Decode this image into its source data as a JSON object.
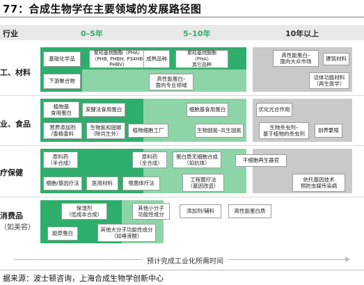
{
  "title": "77：合成生物学在主要领域的发展路径图",
  "header": {
    "industry": "行业",
    "period1": "0–5年",
    "period2": "5–10年",
    "period3": "10年以上"
  },
  "colors": {
    "accent_dark": "#2eae6c",
    "accent_light": "#8ed4a9",
    "gray": "#c9c9c9"
  },
  "rows": [
    {
      "label": "工、材料"
    },
    {
      "label": "业、食品"
    },
    {
      "label": "疗保健"
    },
    {
      "label": "消费品",
      "sub": "（如美容）"
    }
  ],
  "boxes": {
    "b1": "基础化学品",
    "b2": "下游聚合物",
    "b3": "聚羟基烷酸酯（PHA）\n（PHB, PHBH, P34HB, PHBV）",
    "b4": "成熟品种",
    "b5": "聚羟基烷酸酯（PHA）\n其它品种",
    "b6": "高性能蛋白–\n面向专业领域",
    "b7": "高性能蛋白–\n面向大众市场",
    "b8": "建筑材料",
    "b9": "活体功能材料\n（再生医学）",
    "b10": "植物基\n食用蛋白",
    "b11": "发酵法食用蛋白",
    "b12": "营养添加剂\n/香精香料",
    "b13": "生物氮和固碳\n（除共生外）",
    "b14": "植物细胞工厂",
    "b15": "细胞基食用蛋白",
    "b16": "生物固氮–共生固氮",
    "b17": "优化光合作用",
    "b18": "生物杀虫剂–\n基于植物的杀虫剂",
    "b19": "驯养繁殖",
    "b20": "原料药\n（半合成）",
    "b21": "原料药\n（全合成）",
    "b22": "蛋白质无细胞合成\n（如抗体）",
    "b23": "干细胞再生器官",
    "b24": "细胞/基因疗法",
    "b25": "医用材料",
    "b26": "噬菌体疗法",
    "b27": "工程菌疗法\n（基因改造）",
    "b28": "依托基因技术\n预防虫媒传染病",
    "b29": "保湿剂\n（低成本合成）",
    "b30": "其他小分子\n功能性成分",
    "b31": "添加剂/辅料",
    "b32": "高性能蛋白质",
    "b33": "胶原蛋白",
    "b34": "其他大分子功能性成分\n（如唾液酸）"
  },
  "axis_label": "预计完成工业化所需时间",
  "source": "据来源：波士顿咨询，上海合成生物学创新中心"
}
